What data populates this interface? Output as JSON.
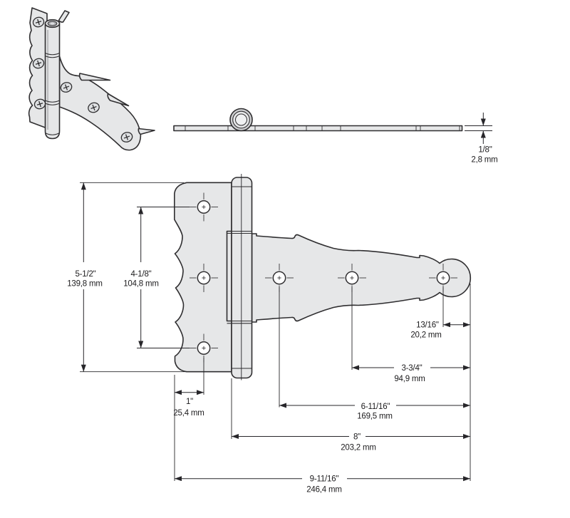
{
  "colors": {
    "metal_fill": "#e6e7e8",
    "outline": "#2f2e30",
    "dimension_line": "#27262a",
    "text": "#1c1b1d",
    "barrel_ring": "#d0d1d3",
    "background": "#ffffff"
  },
  "dims": {
    "thickness": {
      "in": "1/8\"",
      "mm": "2,8 mm"
    },
    "leaf_height": {
      "in": "5-1/2\"",
      "mm": "139,8 mm"
    },
    "hole_spacing": {
      "in": "4-1/8\"",
      "mm": "104,8 mm"
    },
    "end_hole_offset": {
      "in": "13/16\"",
      "mm": "20,2 mm"
    },
    "mid_hole_offset": {
      "in": "3-3/4\"",
      "mm": "94,9 mm"
    },
    "first_hole_offset": {
      "in": "6-11/16\"",
      "mm": "169,5 mm"
    },
    "strap_length": {
      "in": "8\"",
      "mm": "203,2 mm"
    },
    "overall_length": {
      "in": "9-11/16\"",
      "mm": "246,4 mm"
    },
    "edge_offset": {
      "in": "1\"",
      "mm": "25,4 mm"
    }
  }
}
